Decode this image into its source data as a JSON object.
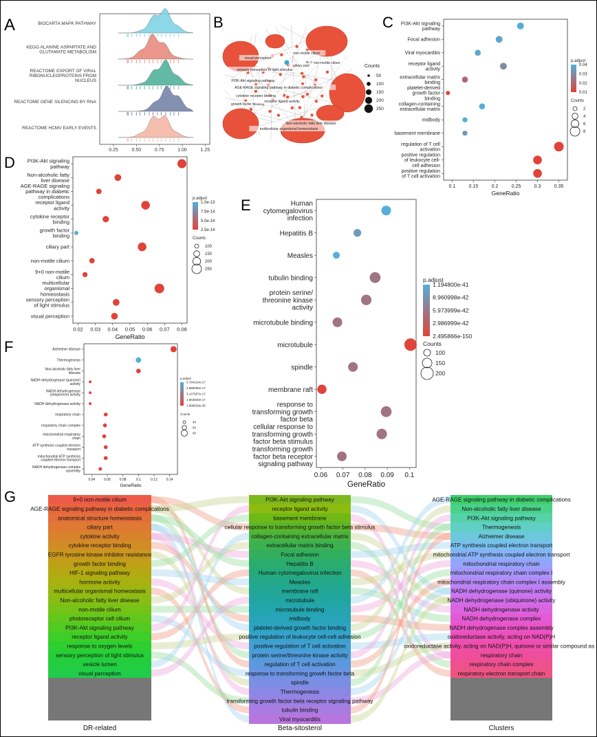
{
  "panels": {
    "A": "A",
    "B": "B",
    "C": "C",
    "D": "D",
    "E": "E",
    "F": "F",
    "G": "G"
  },
  "chart_data": [
    {
      "id": "A",
      "type": "ridgeline",
      "categories": [
        "BIOCARTA MAPK PATHWAY",
        "KEGG ALANINE ASPARTATE AND\nGLUTAMATE METABOLISM",
        "REACTOME EXPORT OF VIRAL\nRIBONUCLEOPROTEINS FROM\nNUCLEUS",
        "REACTOME GENE SILENCING BY RNA",
        "REACTOME HCMV EARLY EVENTS"
      ],
      "colors": [
        "#7fd3e6",
        "#e98b7d",
        "#52b39a",
        "#7784a8",
        "#f4b7a6"
      ],
      "peaks": [
        0.78,
        0.7,
        0.8,
        0.85,
        0.75
      ],
      "xticks": [
        0.25,
        0.5,
        0.75,
        1.0,
        1.25
      ],
      "xlim": [
        0.1,
        1.3
      ]
    },
    {
      "id": "B",
      "type": "network",
      "labels": [
        "visual perception",
        "non-motile cilium",
        "9+0 non-motile cilium",
        "sensory perception of light stimulus",
        "PI3K-Akt signaling pathway",
        "AGE-RAGE signaling pathway in diabetic complications",
        "cytokine receptor binding",
        "growth factor binding",
        "receptor ligand activity",
        "Non-alcoholic fatty liver disease",
        "ciliary part",
        "multicellular organismal homeostasis"
      ],
      "legend_title": "Counts",
      "legend_values": [
        50,
        100,
        150,
        200,
        250
      ]
    },
    {
      "id": "C",
      "type": "scatter",
      "xlabel": "GeneRatio",
      "xticks": [
        0.1,
        0.15,
        0.2,
        0.25,
        0.3,
        0.35
      ],
      "xlim": [
        0.08,
        0.37
      ],
      "terms": [
        "PI3K-Akt signaling\npathway",
        "Focal adhesion",
        "Viral myocarditis",
        "receptor ligand\nactivity",
        "extracellular matrix\nbinding",
        "platelet-derived\ngrowth factor\nbinding",
        "collagen-containing\nextracellular matrix",
        "midbody",
        "basement membrane",
        "regulation of T cell\nactivation",
        "positive regulation\nof leukocyte cell-\ncell adhesion",
        "positive regulation\nof T cell activation"
      ],
      "x": [
        0.26,
        0.21,
        0.16,
        0.22,
        0.13,
        0.09,
        0.17,
        0.13,
        0.13,
        0.35,
        0.3,
        0.3
      ],
      "count": [
        5,
        5,
        4,
        5,
        4,
        2,
        4,
        3,
        3,
        8,
        7,
        7
      ],
      "padj": [
        0.04,
        0.035,
        0.035,
        0.02,
        0.01,
        0.005,
        0.04,
        0.04,
        0.025,
        0.005,
        0.005,
        0.005
      ],
      "color_legend_title": "p.adjust",
      "color_ticks": [
        "0.04",
        "0.03",
        "0.02",
        "0.01"
      ],
      "size_legend_title": "Counts",
      "size_legend": [
        2,
        4,
        6,
        8
      ]
    },
    {
      "id": "D",
      "type": "scatter",
      "xlabel": "GeneRatio",
      "xticks": [
        0.02,
        0.03,
        0.04,
        0.05,
        0.06,
        0.07,
        0.08
      ],
      "xlim": [
        0.017,
        0.083
      ],
      "terms": [
        "PI3K-Akt signaling\npathway",
        "Non-alcoholic fatty\nliver disease",
        "AGE-RAGE signaling\npathway in diabetic\ncomplications",
        "receptor ligand\nactivity",
        "cytokine receptor\nbinding",
        "growth factor\nbinding",
        "ciliary part",
        "non-motile cilium",
        "9+0 non-motile\ncilium",
        "multicellular\norganismal\nhomeostasis",
        "sensory perception\nof light stimulus",
        "visual perception"
      ],
      "x": [
        0.08,
        0.043,
        0.032,
        0.059,
        0.036,
        0.019,
        0.057,
        0.028,
        0.024,
        0.067,
        0.042,
        0.041
      ],
      "count": [
        230,
        160,
        120,
        220,
        150,
        80,
        220,
        120,
        110,
        250,
        160,
        160
      ],
      "padj": [
        1e-15,
        1e-15,
        1e-15,
        1e-15,
        1e-15,
        9e-14,
        1e-15,
        1e-15,
        1e-15,
        1e-15,
        1e-15,
        1e-15
      ],
      "color_legend_title": "p.adjust",
      "color_ticks": [
        "1.0e-13",
        "7.5e-14",
        "5.0e-14",
        "2.5e-14"
      ],
      "size_legend_title": "Counts",
      "size_legend": [
        100,
        150,
        200,
        250
      ]
    },
    {
      "id": "E",
      "type": "scatter",
      "xlabel": "GeneRatio",
      "xticks": [
        0.06,
        0.07,
        0.08,
        0.09,
        0.1
      ],
      "xlim": [
        0.058,
        0.103
      ],
      "terms": [
        "Human\ncytomegalovirus\ninfection",
        "Hepatitis B",
        "Measles",
        "tubulin binding",
        "protein serine/\nthreonine kinase\nactivity",
        "microtubule binding",
        "microtubule",
        "spindle",
        "membrane raft",
        "response to\ntransforming growth\nfactor beta",
        "cellular response to\ntransforming growth\nfactor beta stimulus",
        "transforming growth\nfactor beta receptor\nsignaling pathway"
      ],
      "x": [
        0.0895,
        0.0765,
        0.067,
        0.0845,
        0.0805,
        0.0675,
        0.1005,
        0.0745,
        0.0605,
        0.0895,
        0.0875,
        0.0695
      ],
      "count": [
        160,
        110,
        90,
        190,
        180,
        160,
        230,
        160,
        150,
        190,
        180,
        160
      ],
      "padj": [
        1e-41,
        1e-60,
        1e-41,
        1e-100,
        1e-100,
        1e-100,
        1e-150,
        1e-100,
        1e-150,
        1e-100,
        1e-100,
        1e-100
      ],
      "color_legend_title": "p.adjust",
      "color_ticks": [
        "1.194800e-41",
        "8.960998e-42",
        "5.973999e-42",
        "2.986999e-42",
        "2.495866e-150"
      ],
      "size_legend_title": "Counts",
      "size_legend": [
        100,
        150,
        200
      ]
    },
    {
      "id": "F",
      "type": "scatter",
      "xlabel": "GeneRatio",
      "xticks": [
        0.04,
        0.06,
        0.08,
        0.1,
        0.12,
        0.14
      ],
      "xlim": [
        0.03,
        0.15
      ],
      "terms": [
        "Alzheimer disease",
        "Thermogenesis",
        "Non-alcoholic fatty liver\ndisease",
        "NADH dehydrogenase (quinone)\nactivity",
        "NADH dehydrogenase\n(ubiquinone) activity",
        "NADH dehydrogenase activity",
        "respiratory chain",
        "respiratory chain complex",
        "mitochondrial respiratory\nchain",
        "ATP synthesis coupled electron\ntransport",
        "mitochondrial ATP synthesis\ncoupled electron transport",
        "NADH dehydrogenase complex\nassembly"
      ],
      "x": [
        0.145,
        0.1,
        0.1,
        0.038,
        0.038,
        0.038,
        0.058,
        0.057,
        0.056,
        0.058,
        0.058,
        0.051
      ],
      "count": [
        60,
        50,
        40,
        15,
        15,
        15,
        30,
        30,
        30,
        30,
        30,
        25
      ],
      "padj": [
        1e-36,
        9e-17,
        1e-36,
        1e-36,
        1e-36,
        1e-36,
        1e-36,
        1e-36,
        1e-36,
        1e-36,
        1e-36,
        1e-36
      ],
      "color_legend_title": "p.adjust",
      "color_ticks": [
        "6.784124e-17",
        "4.888055e-17",
        "3.127957e-17",
        "1.563830e-17",
        "1.998629e-36"
      ],
      "size_legend_title": "Counts",
      "size_legend": [
        40,
        50,
        60
      ]
    },
    {
      "id": "G",
      "type": "sankey",
      "left_title": "DR-related",
      "mid_title": "Beta-sitosterol",
      "right_title": "Clusters",
      "left": [
        "9+0 non-motile cilium",
        "AGE-RAGE signaling pathway in diabetic complications",
        "anatomical structure homeostasis",
        "ciliary part",
        "cytokine activity",
        "cytokine receptor binding",
        "EGFR tyrosine kinase inhibitor resistance",
        "growth factor binding",
        "HIF-1 signaling pathway",
        "hormone activity",
        "multicellular organismal homeostasis",
        "Non-alcoholic fatty liver disease",
        "non-motile cilium",
        "photoreceptor cell cilium",
        "PI3K-Akt signaling pathway",
        "receptor ligand activity",
        "response to oxygen levels",
        "sensory perception of light stimulus",
        "vesicle lumen",
        "visual perception"
      ],
      "mid": [
        "PI3K-Akt signaling pathway",
        "receptor ligand activity",
        "basement membrane",
        "cellular response to transforming growth factor beta stimulus",
        "collagen-containing extracellular matrix",
        "extracellular matrix binding",
        "Focal adhesion",
        "Hepatitis B",
        "Human cytomegalovirus infection",
        "Measles",
        "membrane raft",
        "microtubule",
        "microtubule binding",
        "midbody",
        "platelet-derived growth factor binding",
        "positive regulation of leukocyte cell-cell adhesion",
        "positive regulation of T cell activation",
        "protein serine/threonine kinase activity",
        "regulation of T cell activation",
        "response to transforming growth factor beta",
        "spindle",
        "Thermogenesis",
        "transforming growth factor beta receptor signaling pathway",
        "tubulin binding",
        "Viral myocarditis"
      ],
      "right": [
        "AGE-RAGE signaling pathway in diabetic complications",
        "Non-alcoholic fatty liver disease",
        "PI3K-Akt signaling pathway",
        "Thermogenesis",
        "Alzheimer disease",
        "ATP synthesis coupled electron transport",
        "mitochondrial ATP synthesis coupled electron transport",
        "mitochondrial respiratory chain",
        "mitochondrial respiratory chain complex I",
        "mitochondrial respiratory chain complex I assembly",
        "NADH dehydrogenase (quinone) activity",
        "NADH dehydrogenase (ubiquinone) activity",
        "NADH dehydrogenase activity",
        "NADH dehydrogenase complex",
        "NADH dehydrogenase complex assembly",
        "oxidoreductase activity, acting on NAD(P)H",
        "oxidoreductase activity, acting on NAD(P)H, quinone or similar compound as a",
        "respiratory chain",
        "respiratory chain complex",
        "respiratory electron transport chain"
      ]
    }
  ]
}
